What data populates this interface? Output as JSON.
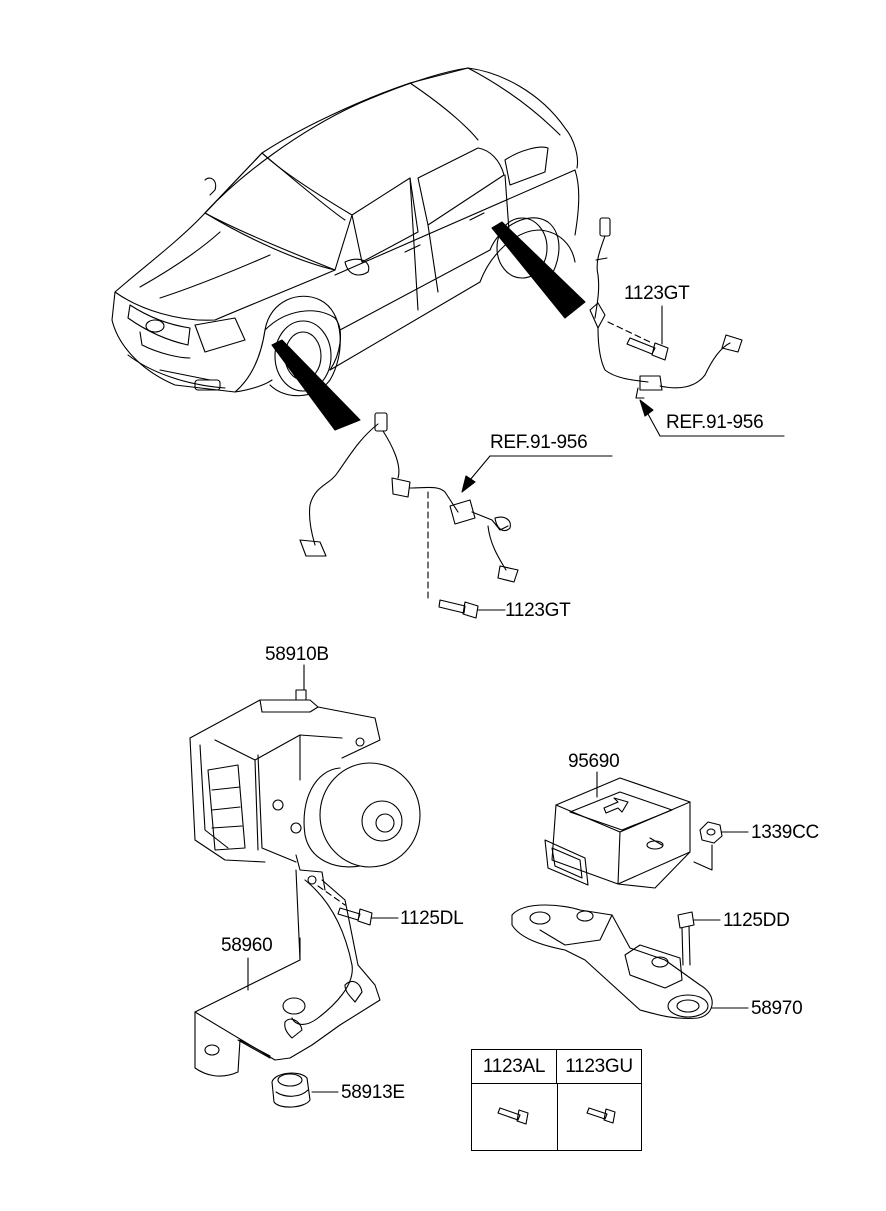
{
  "labels": {
    "p1123gt_top": "1123GT",
    "ref_top": "REF.91-956",
    "ref_mid": "REF.91-956",
    "p1123gt_mid": "1123GT",
    "p58910b": "58910B",
    "p95690": "95690",
    "p1339cc": "1339CC",
    "p1125dl": "1125DL",
    "p1125dd": "1125DD",
    "p58960": "58960",
    "p58970": "58970",
    "p58913e": "58913E"
  },
  "table": {
    "col1": "1123AL",
    "col2": "1123GU"
  },
  "colors": {
    "line": "#000000",
    "background": "#ffffff"
  }
}
